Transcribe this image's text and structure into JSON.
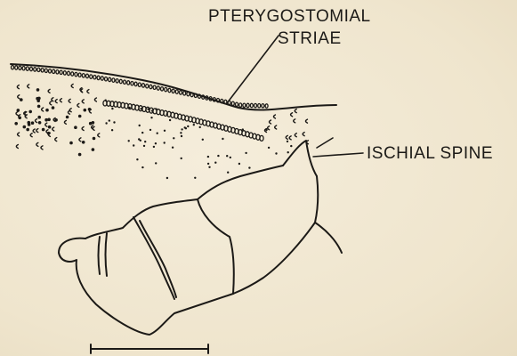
{
  "labels": {
    "pterygostomial_line1": "PTERYGOSTOMIAL",
    "pterygostomial_line2": "STRIAE",
    "ischial_spine": "ISCHIAL SPINE"
  },
  "colors": {
    "ink": "#1c1a17",
    "paper": "#f1e8d2"
  }
}
